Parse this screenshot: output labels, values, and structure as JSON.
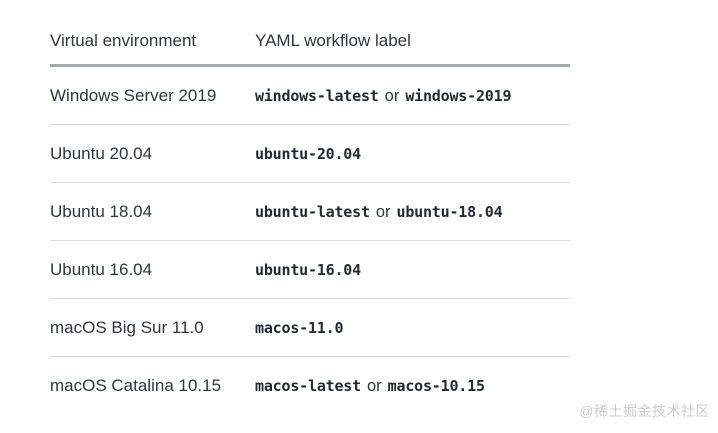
{
  "table": {
    "headers": {
      "env": "Virtual environment",
      "label": "YAML workflow label"
    },
    "separator": "or",
    "rows": [
      {
        "env": "Windows Server 2019",
        "labels": [
          "windows-latest",
          "windows-2019"
        ]
      },
      {
        "env": "Ubuntu 20.04",
        "labels": [
          "ubuntu-20.04"
        ]
      },
      {
        "env": "Ubuntu 18.04",
        "labels": [
          "ubuntu-latest",
          "ubuntu-18.04"
        ]
      },
      {
        "env": "Ubuntu 16.04",
        "labels": [
          "ubuntu-16.04"
        ]
      },
      {
        "env": "macOS Big Sur 11.0",
        "labels": [
          "macos-11.0"
        ]
      },
      {
        "env": "macOS Catalina 10.15",
        "labels": [
          "macos-latest",
          "macos-10.15"
        ]
      }
    ],
    "colors": {
      "text": "#2f363d",
      "code_text": "#24292e",
      "header_border": "#a3a9af",
      "row_border": "#dadde0",
      "watermark": "#cccccc"
    }
  },
  "watermark": {
    "text": "@稀土掘金技术社区"
  }
}
